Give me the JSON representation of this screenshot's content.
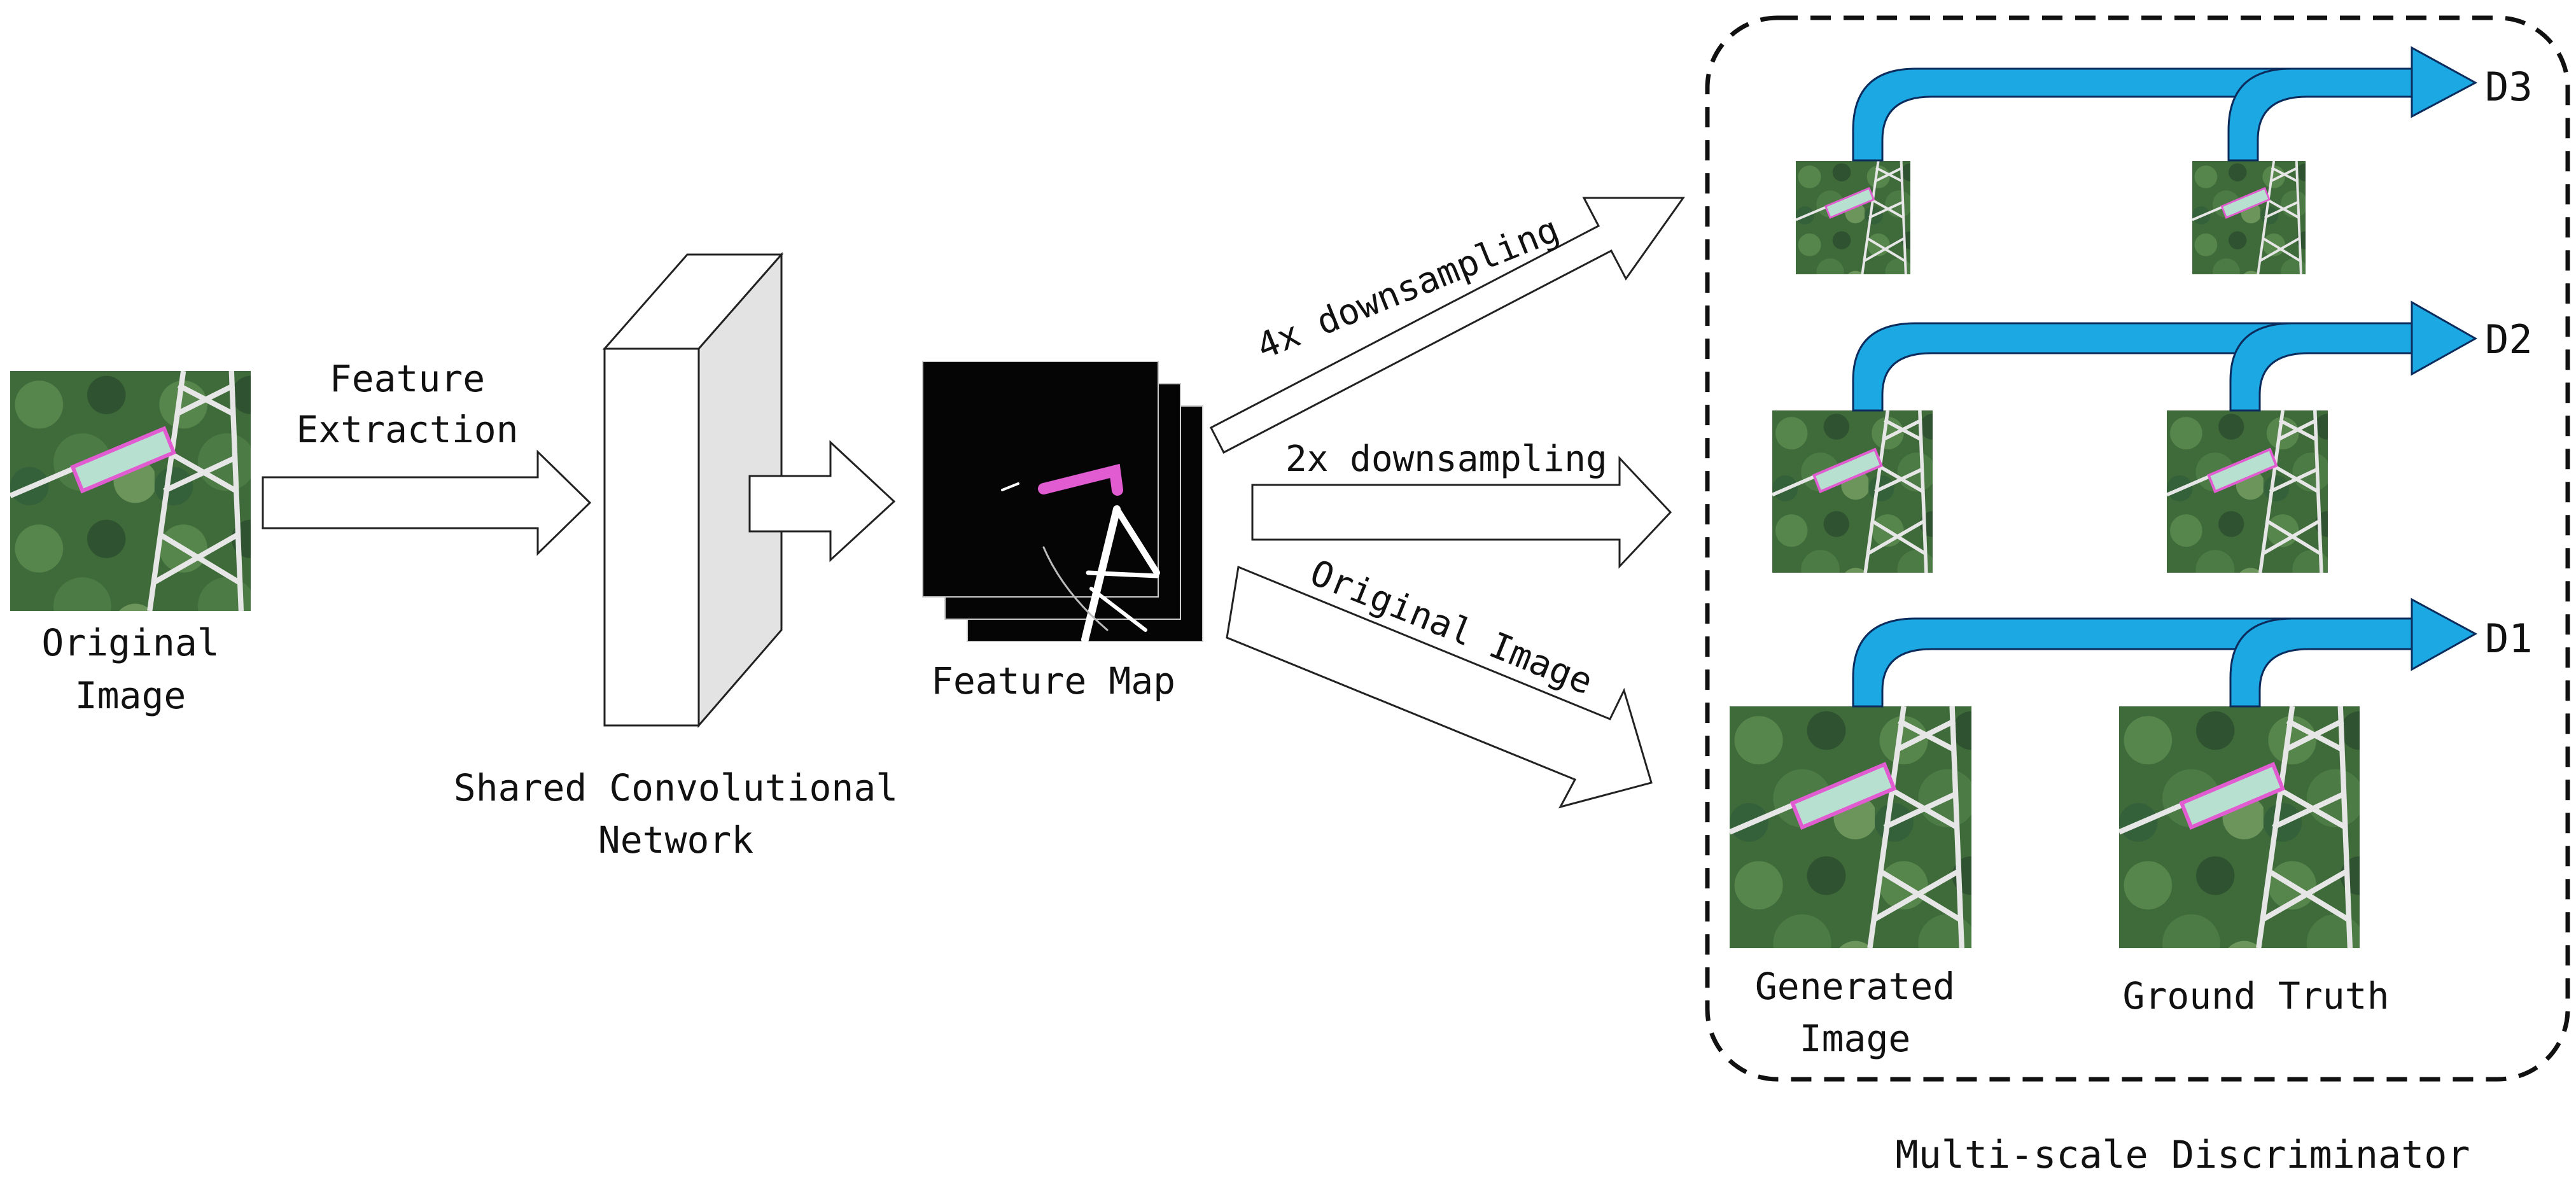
{
  "input": {
    "label_line1": "Original",
    "label_line2": "Image"
  },
  "feature_extraction": {
    "label_line1": "Feature",
    "label_line2": "Extraction"
  },
  "shared_network": {
    "label_line1": "Shared Convolutional",
    "label_line2": "Network"
  },
  "feature_map": {
    "label": "Feature Map"
  },
  "branches": [
    {
      "label": "4x downsampling",
      "target": "D3"
    },
    {
      "label": "2x downsampling",
      "target": "D2"
    },
    {
      "label": "Original Image",
      "target": "D1"
    }
  ],
  "discriminator": {
    "title": "Multi-scale Discriminator",
    "generated_label_line1": "Generated",
    "generated_label_line2": "Image",
    "ground_truth_label": "Ground Truth",
    "outputs": [
      "D3",
      "D2",
      "D1"
    ]
  },
  "colors": {
    "flow_arrow": "#1ba8e3",
    "flow_arrow_stroke": "#0b2c5c",
    "highlight": "#e05cd0",
    "foliage": "#3f6b3a"
  }
}
